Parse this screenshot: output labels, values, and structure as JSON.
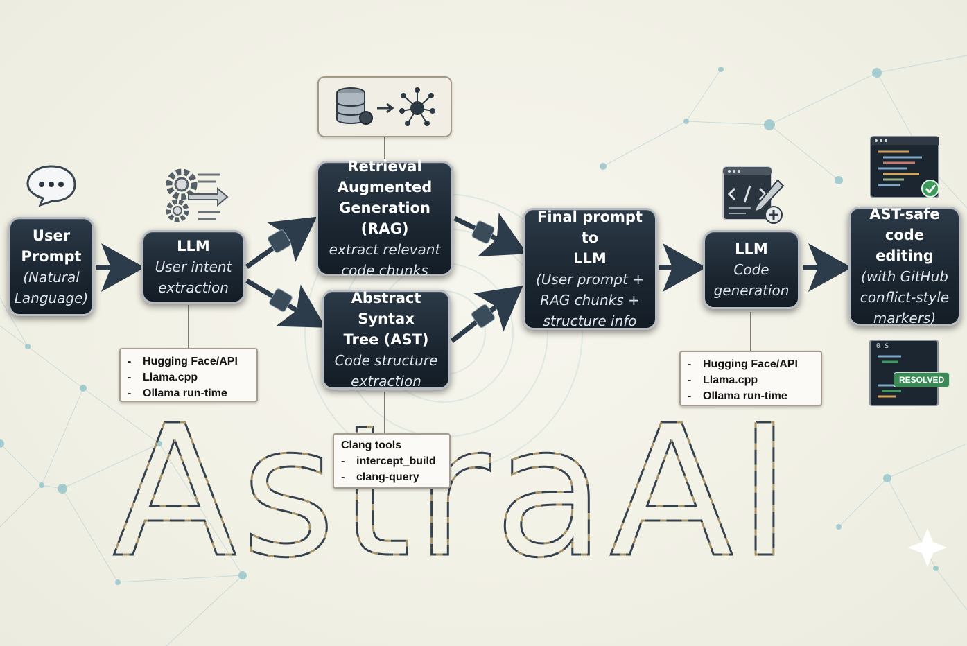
{
  "diagram": {
    "brand": "AstraAI",
    "nodes": {
      "user_prompt": {
        "title": "User\nPrompt",
        "subtitle": "(Natural\nLanguage)"
      },
      "llm_intent": {
        "title": "LLM",
        "subtitle": "User intent\nextraction"
      },
      "rag": {
        "title": "Retrieval\nAugmented\nGeneration (RAG)",
        "subtitle": "extract relevant\ncode chunks"
      },
      "ast": {
        "title": "Abstract Syntax\nTree (AST)",
        "subtitle": "Code structure\nextraction"
      },
      "final_prompt": {
        "title": "Final prompt to\nLLM",
        "subtitle": "(User prompt +\nRAG chunks +\nstructure info"
      },
      "llm_codegen": {
        "title": "LLM",
        "subtitle": "Code\ngeneration"
      },
      "ast_edit": {
        "title": "AST-safe code\nediting",
        "subtitle": "(with GitHub\nconflict-style\nmarkers)"
      }
    },
    "notes": {
      "llm_backends_1": [
        "Hugging Face/API",
        "Llama.cpp",
        "Ollama run-time"
      ],
      "llm_backends_2": [
        "Hugging Face/API",
        "Llama.cpp",
        "Ollama run-time"
      ],
      "clang": {
        "header": "Clang tools",
        "items": [
          "intercept_build",
          "clang-query"
        ]
      }
    },
    "icons": {
      "user_prompt": "speech-bubble-icon",
      "llm_intent": "gears-arrow-icon",
      "rag": "database-to-network-icon",
      "llm_codegen": "code-editor-icon",
      "ast_edit_top": "code-check-icon",
      "ast_edit_bottom": "resolved-code-icon"
    },
    "badges": {
      "resolved": "RESOLVED",
      "terminal_prompt": "0 $"
    },
    "colors": {
      "node_fill": "#1d2832",
      "node_border": "#b7bcc2",
      "arrow": "#2d3c4a",
      "accent": "#3c8a57"
    }
  }
}
